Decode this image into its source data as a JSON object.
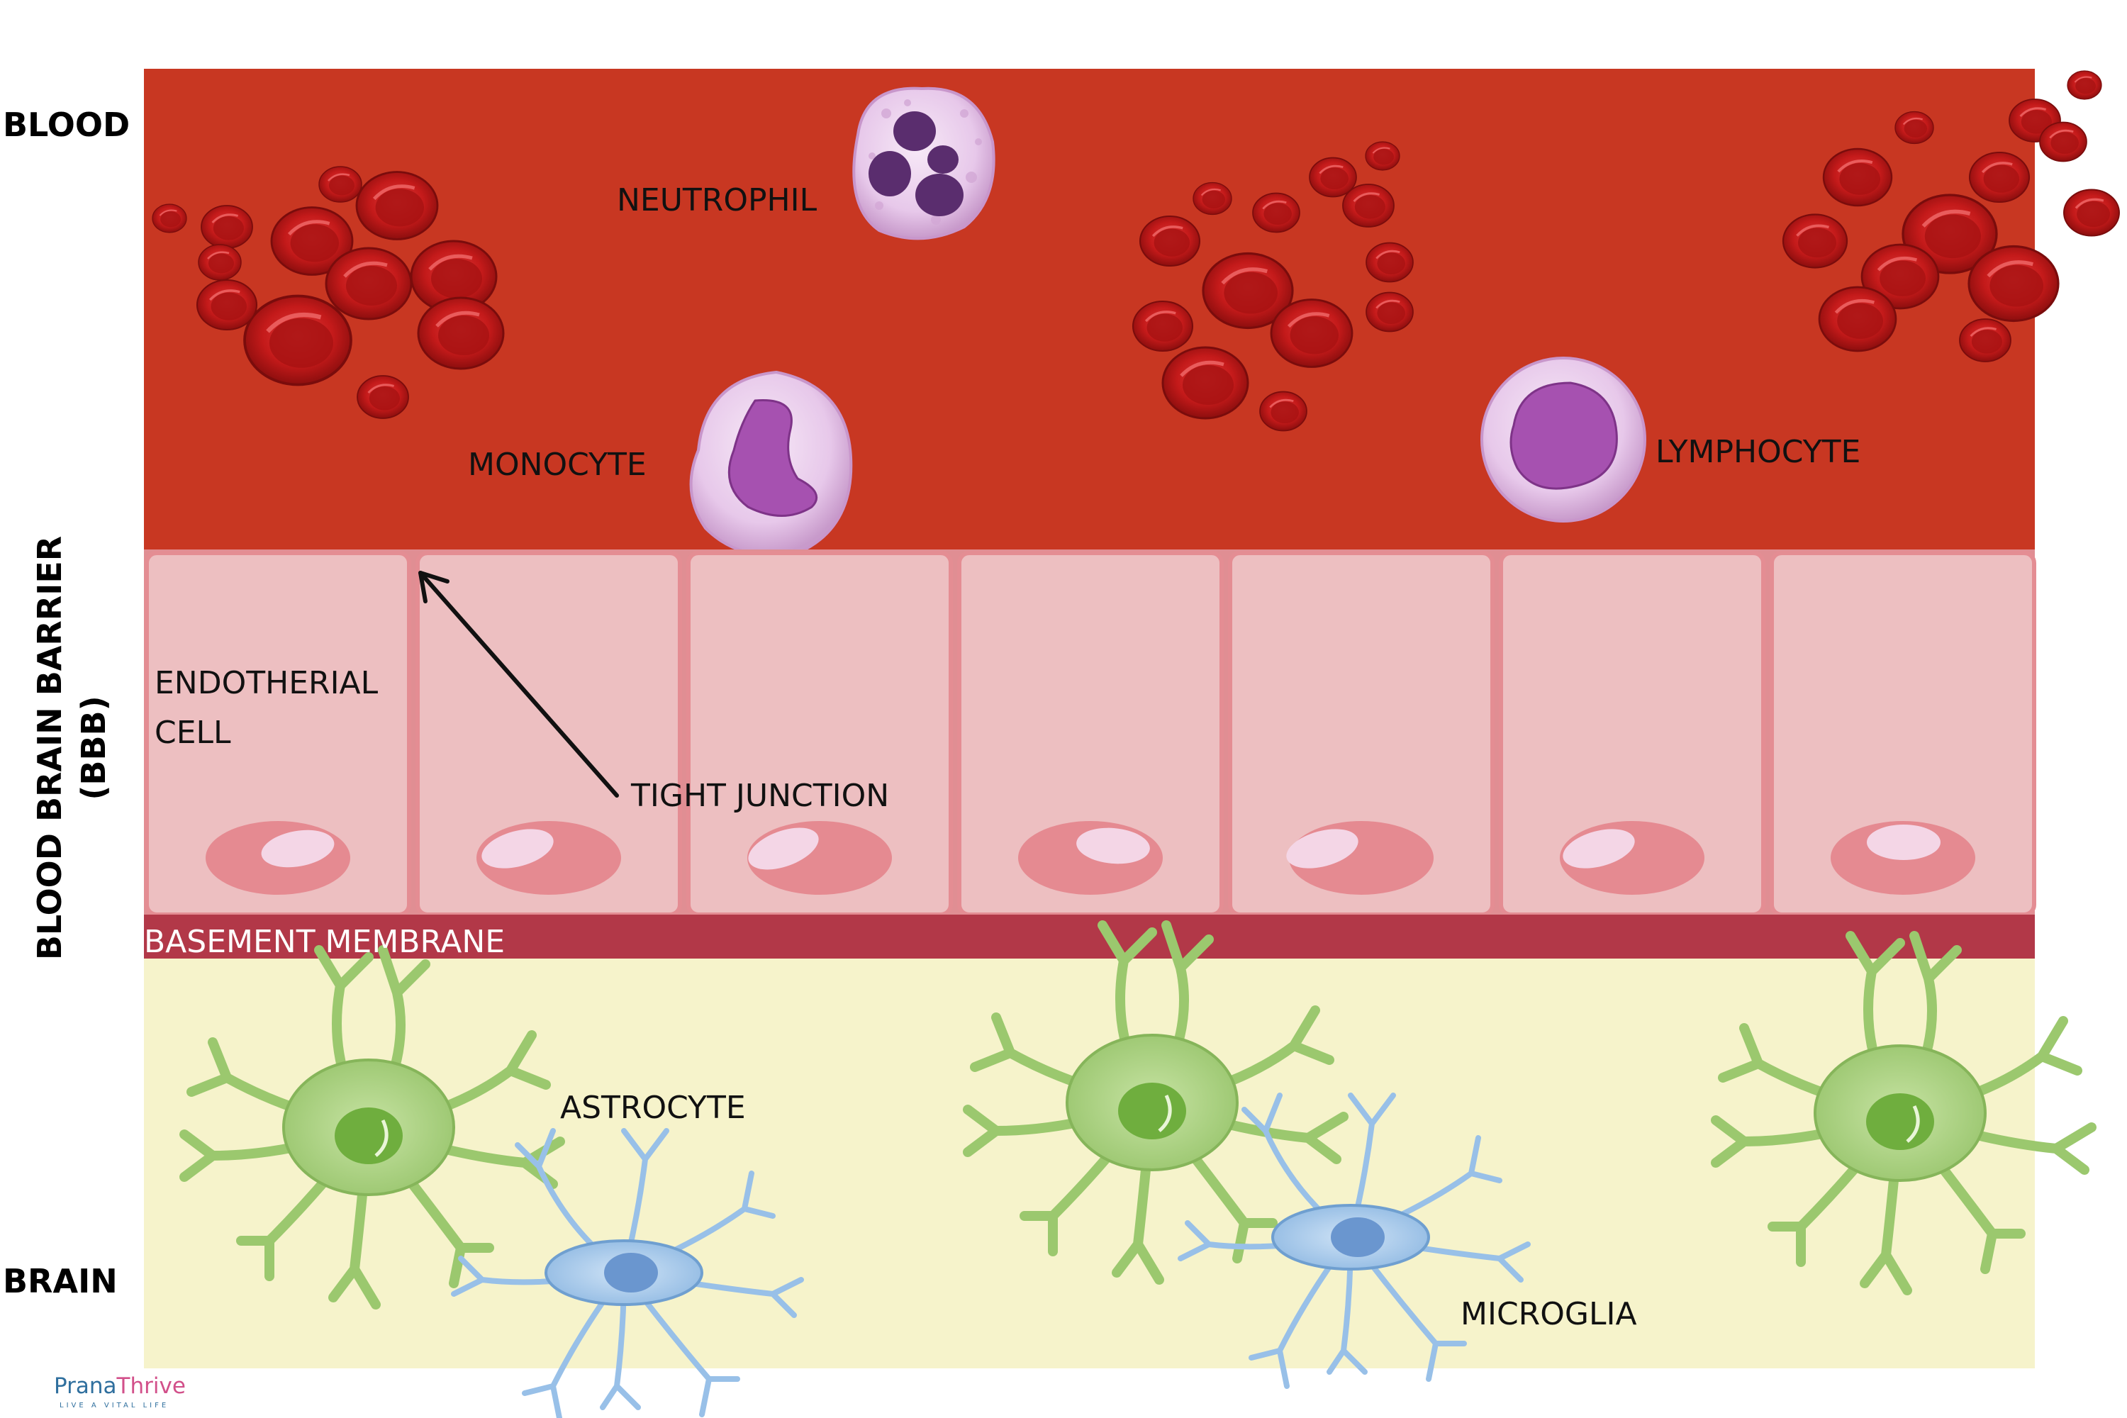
{
  "labels": {
    "blood": "BLOOD",
    "bbb_line1": "BLOOD BRAIN BARRIER",
    "bbb_line2": "(BBB)",
    "brain": "BRAIN",
    "neutrophil": "NEUTROPHIL",
    "monocyte": "MONOCYTE",
    "lymphocyte": "LYMPHOCYTE",
    "endothelial_line1": "ENDOTHERIAL",
    "endothelial_line2": "CELL",
    "tight_junction": "TIGHT JUNCTION",
    "basement_membrane": "BASEMENT MEMBRANE",
    "astrocyte": "ASTROCYTE",
    "microglia": "MICROGLIA"
  },
  "logo": {
    "name_part1": "Prana",
    "name_part2": "Thrive",
    "tagline": "LIVE A VITAL LIFE"
  },
  "colors": {
    "blood_bg": "#c83722",
    "endothelial_fill": "#edbfc1",
    "endothelial_border": "#e08e93",
    "basement_membrane": "#b23848",
    "brain_bg": "#f6f3cb",
    "red_cell": "#c41a1a",
    "astrocyte": "#a6cc7c",
    "microglia": "#a9cbec"
  }
}
